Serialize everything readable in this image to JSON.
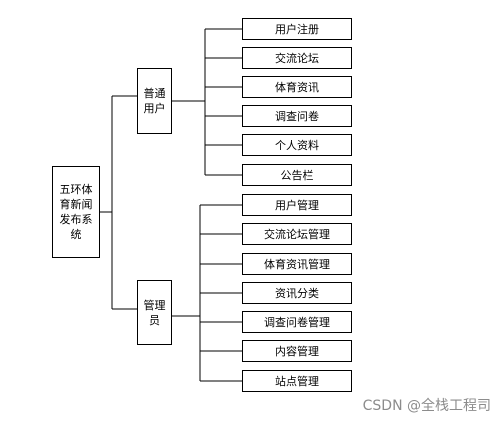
{
  "root": {
    "label": "五环体育新闻发布系统"
  },
  "groups": [
    {
      "label": "普通用户",
      "children": [
        "用户注册",
        "交流论坛",
        "体育资讯",
        "调查问卷",
        "个人资料",
        "公告栏"
      ]
    },
    {
      "label": "管理员",
      "children": [
        "用户管理",
        "交流论坛管理",
        "体育资讯管理",
        "资讯分类",
        "调查问卷管理",
        "内容管理",
        "站点管理"
      ]
    }
  ],
  "watermark": "CSDN @全栈工程司"
}
